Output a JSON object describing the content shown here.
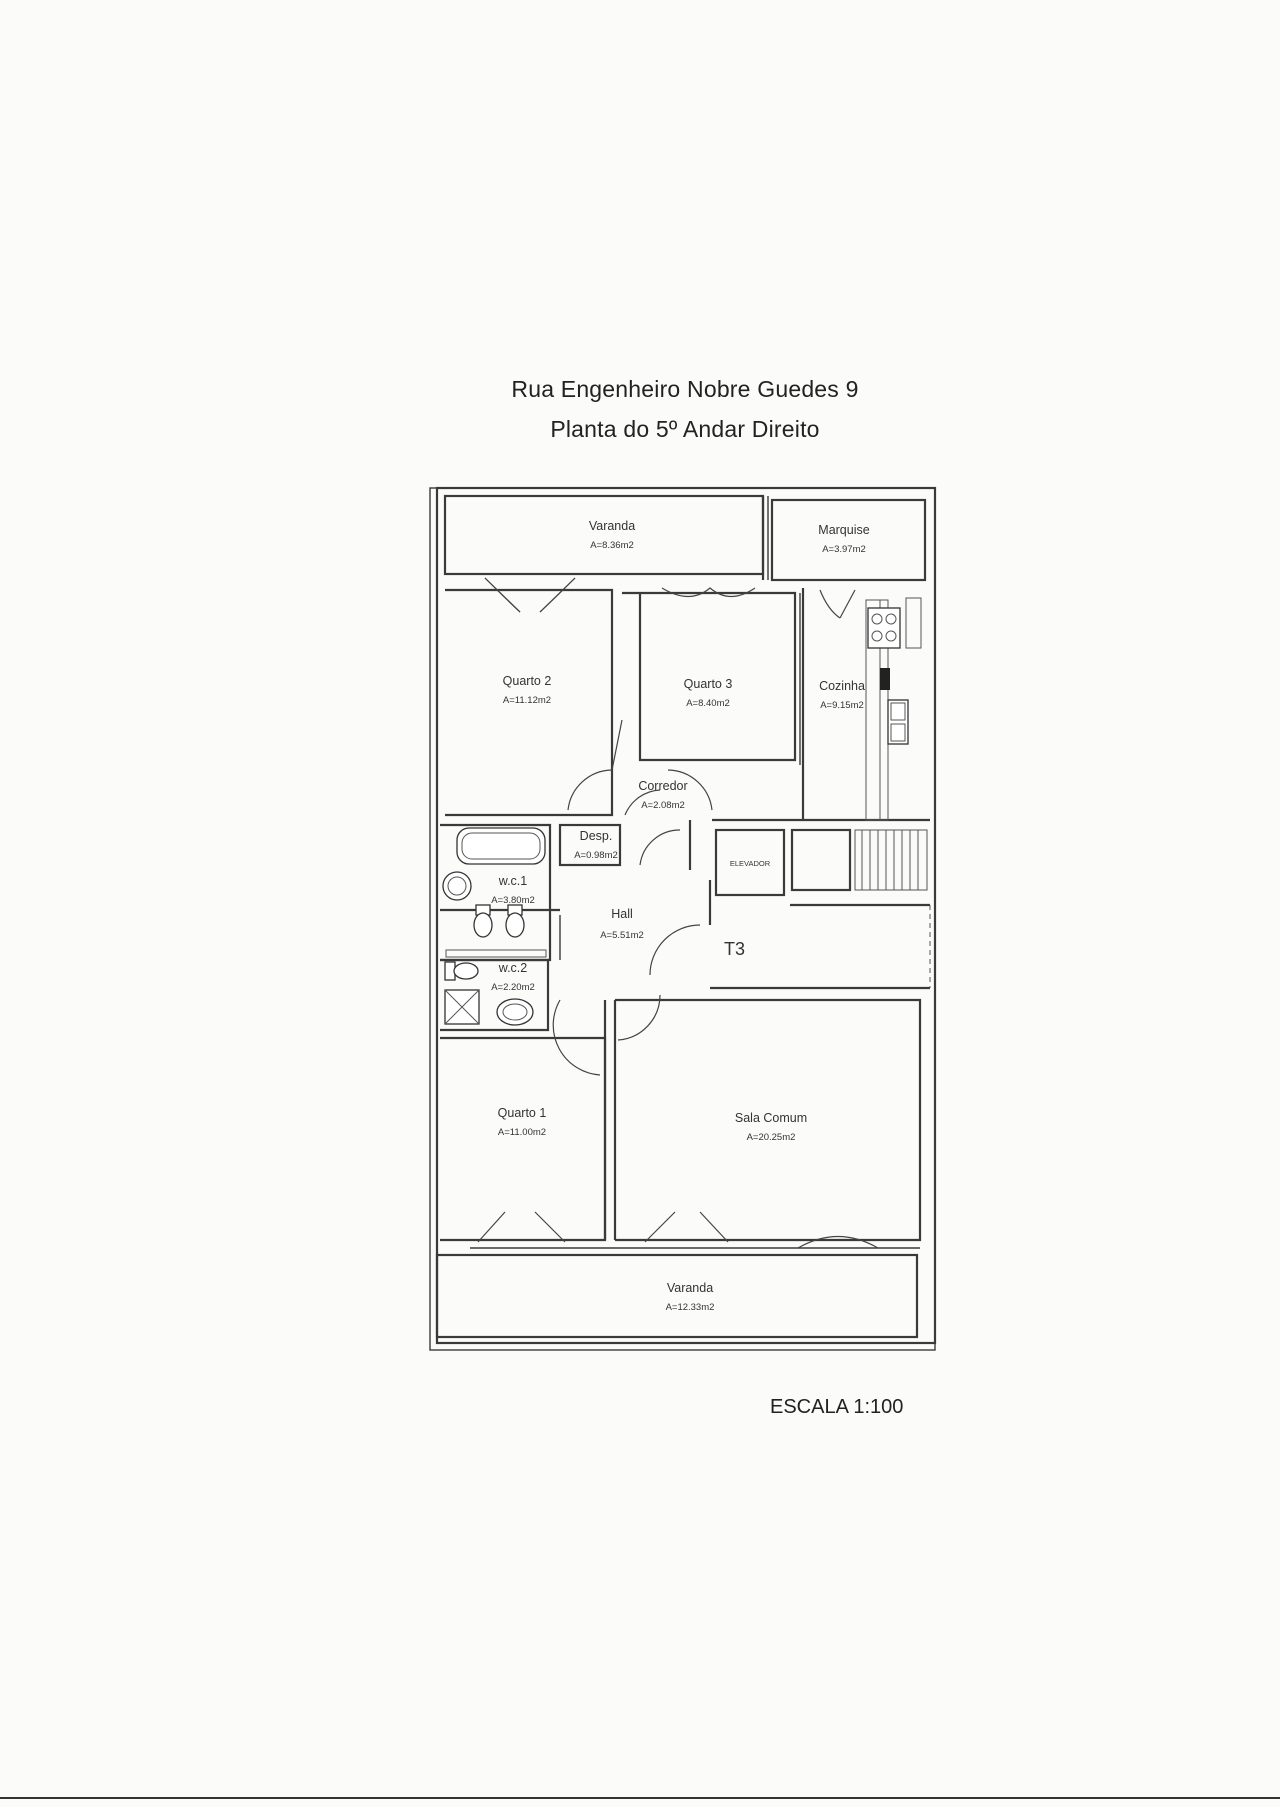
{
  "titles": {
    "line1": "Rua Engenheiro Nobre Guedes 9",
    "line2": "Planta do 5º Andar Direito"
  },
  "scale": "ESCALA 1:100",
  "type_label": "T3",
  "elevator_label": "ELEVADOR",
  "rooms": {
    "varanda_top": {
      "name": "Varanda",
      "area": "A=8.36m2"
    },
    "marquise": {
      "name": "Marquise",
      "area": "A=3.97m2"
    },
    "quarto2": {
      "name": "Quarto 2",
      "area": "A=11.12m2"
    },
    "quarto3": {
      "name": "Quarto 3",
      "area": "A=8.40m2"
    },
    "cozinha": {
      "name": "Cozinha",
      "area": "A=9.15m2"
    },
    "corredor": {
      "name": "Corredor",
      "area": "A=2.08m2"
    },
    "desp": {
      "name": "Desp.",
      "area": "A=0.98m2"
    },
    "wc1": {
      "name": "w.c.1",
      "area": "A=3.80m2"
    },
    "hall": {
      "name": "Hall",
      "area": "A=5.51m2"
    },
    "wc2": {
      "name": "w.c.2",
      "area": "A=2.20m2"
    },
    "quarto1": {
      "name": "Quarto 1",
      "area": "A=11.00m2"
    },
    "sala": {
      "name": "Sala Comum",
      "area": "A=20.25m2"
    },
    "varanda_bottom": {
      "name": "Varanda",
      "area": "A=12.33m2"
    }
  }
}
